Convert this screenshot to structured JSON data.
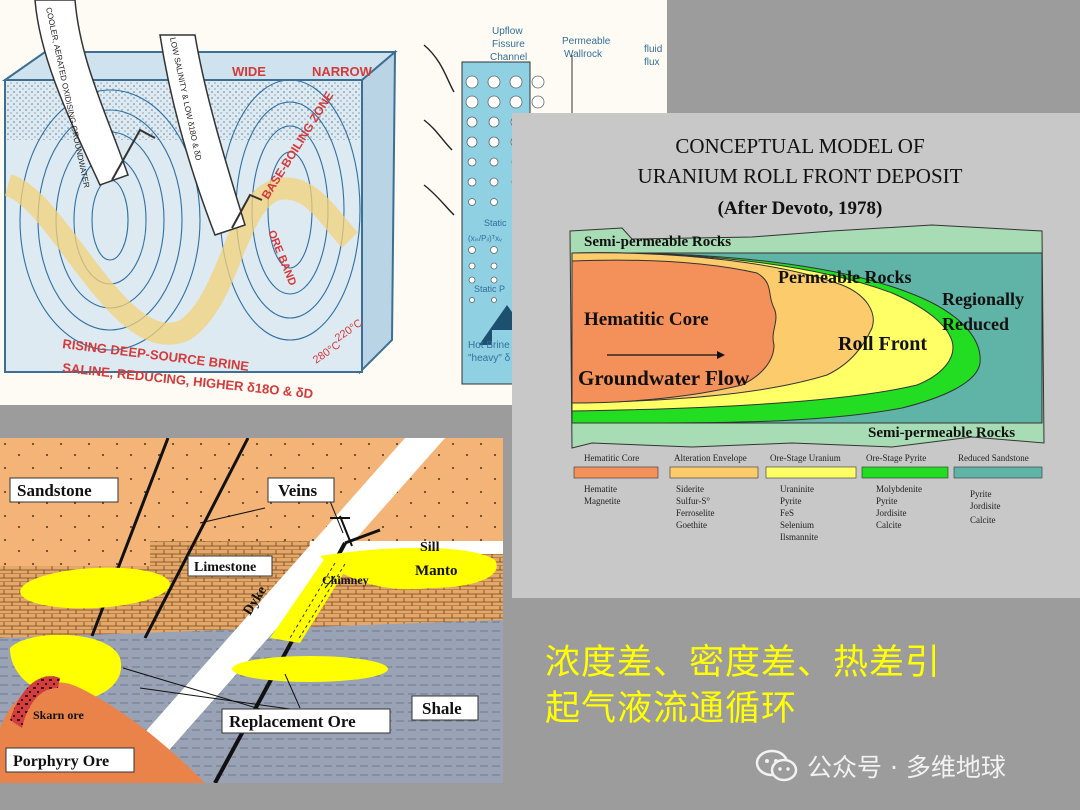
{
  "panel_brine": {
    "labels": {
      "cooler": "COOLER, AERATED OXIDISING GROUNDWATER",
      "low_salinity": "LOW SALINITY & LOW δ18O & δD",
      "wide": "WIDE",
      "narrow": "NARROW",
      "base_boiling": "BASE-BOILING ZONE",
      "ore_band": "ORE BAND",
      "t220": "220°C",
      "t280": "280°C",
      "rising": "RISING DEEP-SOURCE BRINE",
      "saline": "SALINE, REDUCING, HIGHER δ18O & δD"
    }
  },
  "panel_fissure": {
    "labels": {
      "upflow1": "Upflow",
      "upflow2": "Fissure",
      "upflow3": "Channel",
      "perm1": "Permeable",
      "perm2": "Wallrock",
      "flux1": "fluid",
      "flux2": "flux",
      "static": "Static",
      "formula": "(xᵢₛ/Pᵢₗ)ᵀxᵥ",
      "static_p": "Static P",
      "hot_brine": "Hot Brine",
      "heavy": "\"heavy\" δ"
    }
  },
  "panel_roll_front": {
    "title_line1": "CONCEPTUAL MODEL OF",
    "title_line2": "URANIUM ROLL FRONT DEPOSIT",
    "title_line3": "(After Devoto, 1978)",
    "labels": {
      "semi_top": "Semi-permeable Rocks",
      "permeable": "Permeable Rocks",
      "regionally1": "Regionally",
      "regionally2": "Reduced",
      "hematitic": "Hematitic Core",
      "roll_front": "Roll Front",
      "groundwater": "Groundwater Flow",
      "semi_bottom": "Semi-permeable Rocks"
    },
    "legend": [
      {
        "title": "Hematitic Core",
        "color": "#f4905a",
        "items": [
          "Hematite",
          "Magnetite"
        ]
      },
      {
        "title": "Alteration Envelope",
        "color": "#fccb6c",
        "items": [
          "Siderite",
          "Sulfur-S°",
          "Ferroselite",
          "Goethite"
        ]
      },
      {
        "title": "Ore-Stage Uranium",
        "color": "#ffff66",
        "items": [
          "Uraninite",
          "Pyrite",
          "FeS",
          "Selenium",
          "Ilsmannite"
        ]
      },
      {
        "title": "Ore-Stage Pyrite",
        "color": "#22dd22",
        "items": [
          "Molybdenite",
          "Pyrite",
          "Jordisite",
          "Calcite"
        ]
      },
      {
        "title": "Reduced Sandstone",
        "color": "#5fb3a7",
        "items": [
          "Pyrite",
          "Jordisite",
          "Calcite"
        ]
      }
    ]
  },
  "panel_porphyry": {
    "labels": {
      "sandstone": "Sandstone",
      "veins": "Veins",
      "sill": "Sill",
      "limestone": "Limestone",
      "manto": "Manto",
      "chimney": "Chimney",
      "dyke": "Dyke",
      "skarn": "Skarn ore",
      "replacement": "Replacement Ore",
      "shale": "Shale",
      "porphyry": "Porphyry Ore"
    }
  },
  "caption": {
    "line1": "浓度差、密度差、热差引",
    "line2": "起气液流通循环"
  },
  "watermark": "公众号 · 多维地球"
}
